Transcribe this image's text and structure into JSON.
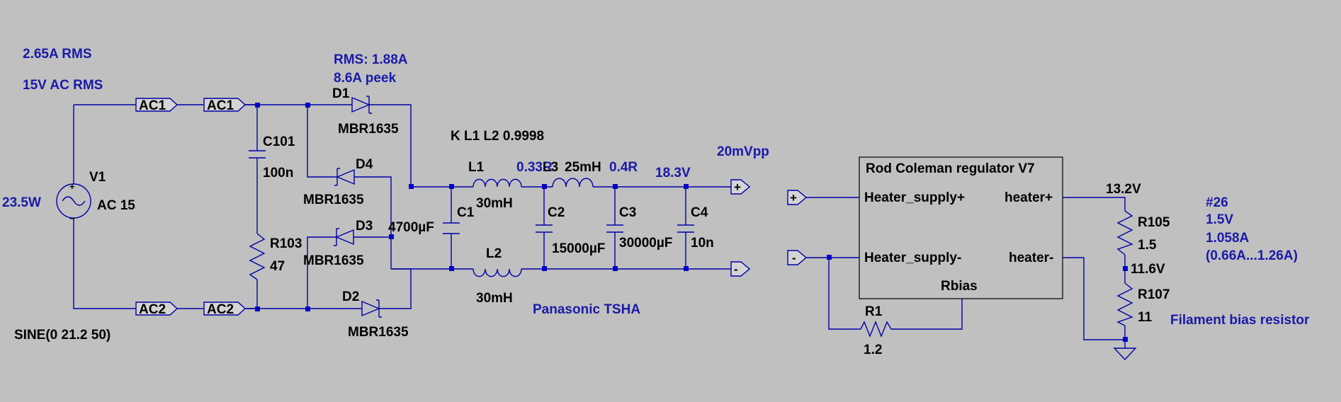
{
  "colors": {
    "background": "#c0c0c0",
    "wire": "#0000a8",
    "node": "#0000c8",
    "annotation": "#1a1aa8",
    "label": "#000000"
  },
  "annotations": {
    "current_rms": "2.65A RMS",
    "voltage_rms": "15V AC RMS",
    "power": "23.5W",
    "diode_rms": "RMS: 1.88A",
    "diode_peak": "8.6A peek",
    "l1_res": "0.33R",
    "l3_res": "0.4R",
    "out_voltage": "18.3V",
    "ripple": "20mVpp",
    "cap_brand": "Panasonic TSHA",
    "heater_v": "13.2V",
    "mid_v": "11.6V",
    "tube": "#26",
    "tube_v": "1.5V",
    "tube_i": "1.058A",
    "tube_range": "(0.66A...1.26A)",
    "bias_note": "Filament bias resistor"
  },
  "source": {
    "name": "V1",
    "value": "AC 15",
    "spec": "SINE(0 21.2 50)",
    "plus": "+",
    "minus": "−"
  },
  "flags": {
    "ac1": "AC1",
    "ac2": "AC2",
    "plus": "+",
    "minus": "-"
  },
  "components": {
    "c101": {
      "name": "C101",
      "value": "100n"
    },
    "r103": {
      "name": "R103",
      "value": "47"
    },
    "d1": {
      "name": "D1",
      "value": "MBR1635"
    },
    "d2": {
      "name": "D2",
      "value": "MBR1635"
    },
    "d3": {
      "name": "D3",
      "value": "MBR1635"
    },
    "d4": {
      "name": "D4",
      "value": "MBR1635"
    },
    "c1": {
      "name": "C1",
      "value": "4700µF"
    },
    "l1": {
      "name": "L1",
      "value": "30mH"
    },
    "l2": {
      "name": "L2",
      "value": "30mH"
    },
    "l3": {
      "name": "L3",
      "value": "25mH"
    },
    "c2": {
      "name": "C2",
      "value": "15000µF"
    },
    "c3": {
      "name": "C3",
      "value": "30000µF"
    },
    "c4": {
      "name": "C4",
      "value": "10n"
    },
    "coupling": "K L1 L2 0.9998",
    "r105": {
      "name": "R105",
      "value": "1.5"
    },
    "r107": {
      "name": "R107",
      "value": "11"
    },
    "r1": {
      "name": "R1",
      "value": "1.2"
    }
  },
  "regulator": {
    "title": "Rod Coleman regulator V7",
    "pin_supply_plus": "Heater_supply+",
    "pin_supply_minus": "Heater_supply-",
    "pin_heater_plus": "heater+",
    "pin_heater_minus": "heater-",
    "pin_rbias": "Rbias"
  }
}
